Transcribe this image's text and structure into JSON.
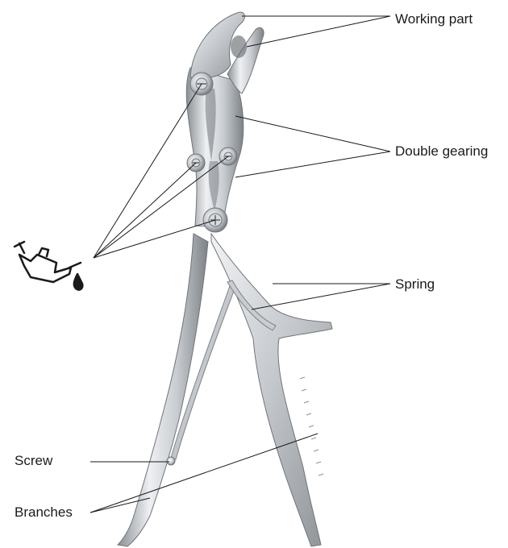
{
  "labels": {
    "working_part": "Working part",
    "double_gearing": "Double gearing",
    "spring": "Spring",
    "screw": "Screw",
    "branches": "Branches"
  },
  "icons": {
    "oil_can": "oil-can-icon"
  },
  "colors": {
    "steel_light": "#e8eaec",
    "steel_mid": "#b9bdc1",
    "steel_dark": "#7d8287",
    "line": "#1a1a1a"
  }
}
